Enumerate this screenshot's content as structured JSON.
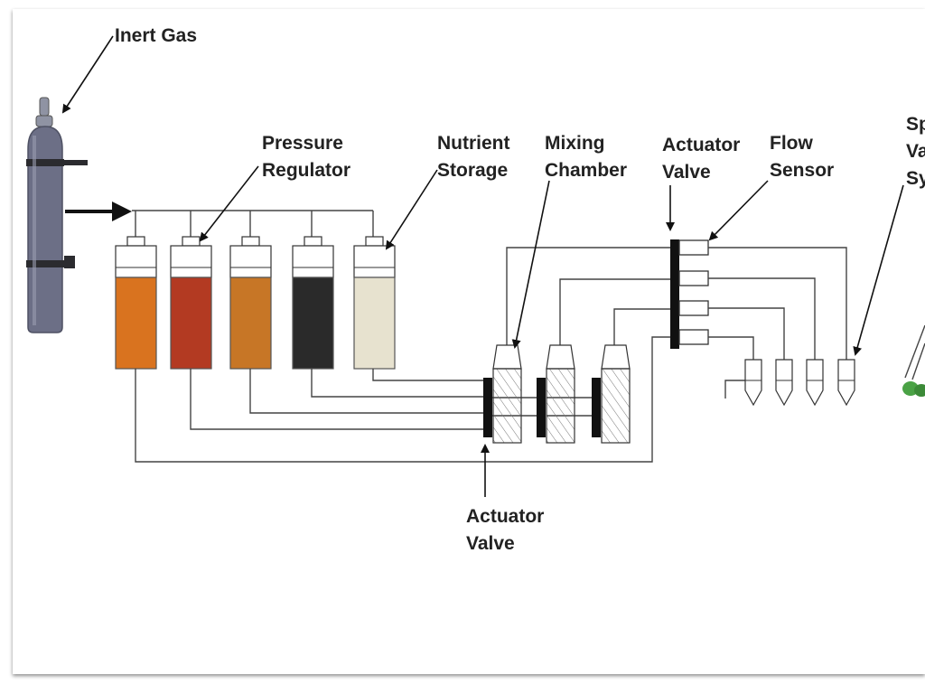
{
  "labels": {
    "inert_gas": "Inert Gas",
    "pressure_regulator": [
      "Pressure",
      "Regulator"
    ],
    "nutrient_storage": [
      "Nutrient",
      "Storage"
    ],
    "mixing_chamber": [
      "Mixing",
      "Chamber"
    ],
    "actuator_valve_top": [
      "Actuator",
      "Valve"
    ],
    "flow_sensor": [
      "Flow",
      "Sensor"
    ],
    "actuator_valve_bottom": [
      "Actuator",
      "Valve"
    ],
    "cropped_right": [
      "Sp",
      "Va",
      "Sy"
    ]
  },
  "nutrient_colors": [
    "#d9731f",
    "#b33a22",
    "#c77626",
    "#2a2a2a",
    "#e7e2cf"
  ],
  "colors": {
    "cylinder": "#6c6f86",
    "valve_bar": "#111111",
    "leaf": "#4aa245"
  }
}
